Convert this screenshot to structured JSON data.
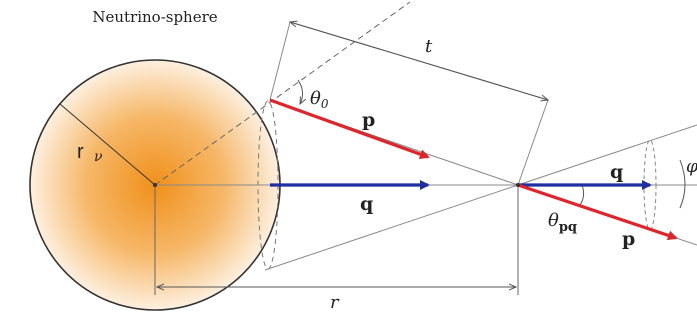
{
  "title": "Neutrino-sphere",
  "labels": {
    "r_nu_main": "r",
    "r_nu_sub": "ν",
    "theta0_main": "θ",
    "theta0_sub": "0",
    "t": "t",
    "p1": "p",
    "q1": "q",
    "r": "r",
    "theta_pq_main": "θ",
    "theta_pq_sub": "pq",
    "q2": "q",
    "p2": "p",
    "phi": "φ"
  },
  "colors": {
    "sphere_center": "#f0901a",
    "sphere_edge": "#fbe4c6",
    "p_vector": "#e0242b",
    "q_vector": "#1f2fa0",
    "line": "#8a8a8a",
    "outline": "#333333"
  }
}
